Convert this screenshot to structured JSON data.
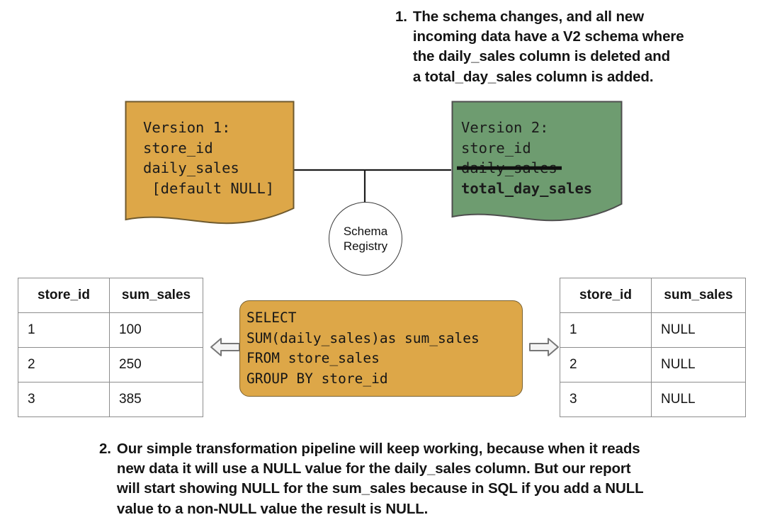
{
  "callouts": {
    "top": {
      "number": "1.",
      "text": "The schema changes, and all new\nincoming data have a V2 schema where\nthe daily_sales column is deleted and\na total_day_sales column is added."
    },
    "bottom": {
      "number": "2.",
      "text": "Our simple transformation pipeline will keep working, because when it reads\nnew data it will use a NULL value for the daily_sales column. But our report\nwill start showing NULL for the sum_sales because in SQL if you add a NULL\nvalue to a non-NULL value the result is NULL."
    }
  },
  "schema_v1": {
    "fill_color": "#dda748",
    "stroke_color": "#6f5a2e",
    "title": "Version 1:",
    "lines": [
      "store_id",
      "daily_sales",
      " [default NULL]"
    ]
  },
  "schema_v2": {
    "fill_color": "#6e9c70",
    "stroke_color": "#4e4e4e",
    "title": "Version 2:",
    "line_keep": "store_id",
    "line_deleted": "daily_sales",
    "line_added": "total_day_sales"
  },
  "registry": {
    "label_line1": "Schema",
    "label_line2": "Registry"
  },
  "sql": {
    "fill_color": "#dda748",
    "query": "SELECT\nSUM(daily_sales)as sum_sales\nFROM store_sales\nGROUP BY store_id"
  },
  "arrows": {
    "left_direction": "left",
    "right_direction": "right"
  },
  "table_left": {
    "headers": [
      "store_id",
      "sum_sales"
    ],
    "rows": [
      [
        "1",
        "100"
      ],
      [
        "2",
        "250"
      ],
      [
        "3",
        "385"
      ]
    ]
  },
  "table_right": {
    "headers": [
      "store_id",
      "sum_sales"
    ],
    "rows": [
      [
        "1",
        "NULL"
      ],
      [
        "2",
        "NULL"
      ],
      [
        "3",
        "NULL"
      ]
    ]
  }
}
